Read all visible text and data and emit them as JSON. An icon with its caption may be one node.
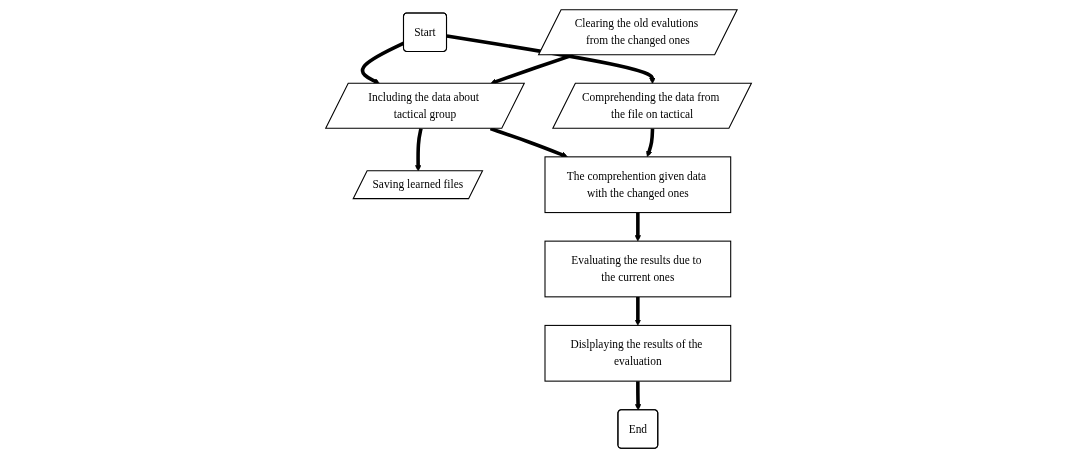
{
  "diagram": {
    "nodes": [
      {
        "text": [
          "Start"
        ]
      },
      {
        "text": [
          "Including the data about tactical group"
        ]
      },
      {
        "text": [
          "Comprehending the data from the file on tactical"
        ]
      },
      {
        "text": [
          "Saving learned files"
        ]
      },
      {
        "text": [
          "The comprehention given data with the changed ones"
        ]
      },
      {
        "text": [
          "Clearing the old evalutions from the changed ones"
        ]
      },
      {
        "text": [
          "Evaluating the results due to the current ones"
        ]
      },
      {
        "text": [
          "End"
        ]
      },
      {
        "text": [
          "Dislplaying the results of the evaluation"
        ]
      }
    ],
    "edges": [
      {
        "from": 0,
        "to": 1,
        "arrow": "to"
      },
      {
        "from": 0,
        "to": 2,
        "arrow": "to"
      },
      {
        "from": 1,
        "to": 3,
        "arrow": "to"
      },
      {
        "from": 1,
        "to": 4,
        "arrow": "to"
      },
      {
        "from": 2,
        "to": 4,
        "arrow": "to"
      },
      {
        "from": 5,
        "to": 1,
        "arrow": "to"
      },
      {
        "from": 4,
        "to": 6,
        "arrow": "to"
      },
      {
        "from": 6,
        "to": 8,
        "arrow": "to"
      },
      {
        "from": 8,
        "to": 7,
        "arrow": "to"
      }
    ]
  }
}
